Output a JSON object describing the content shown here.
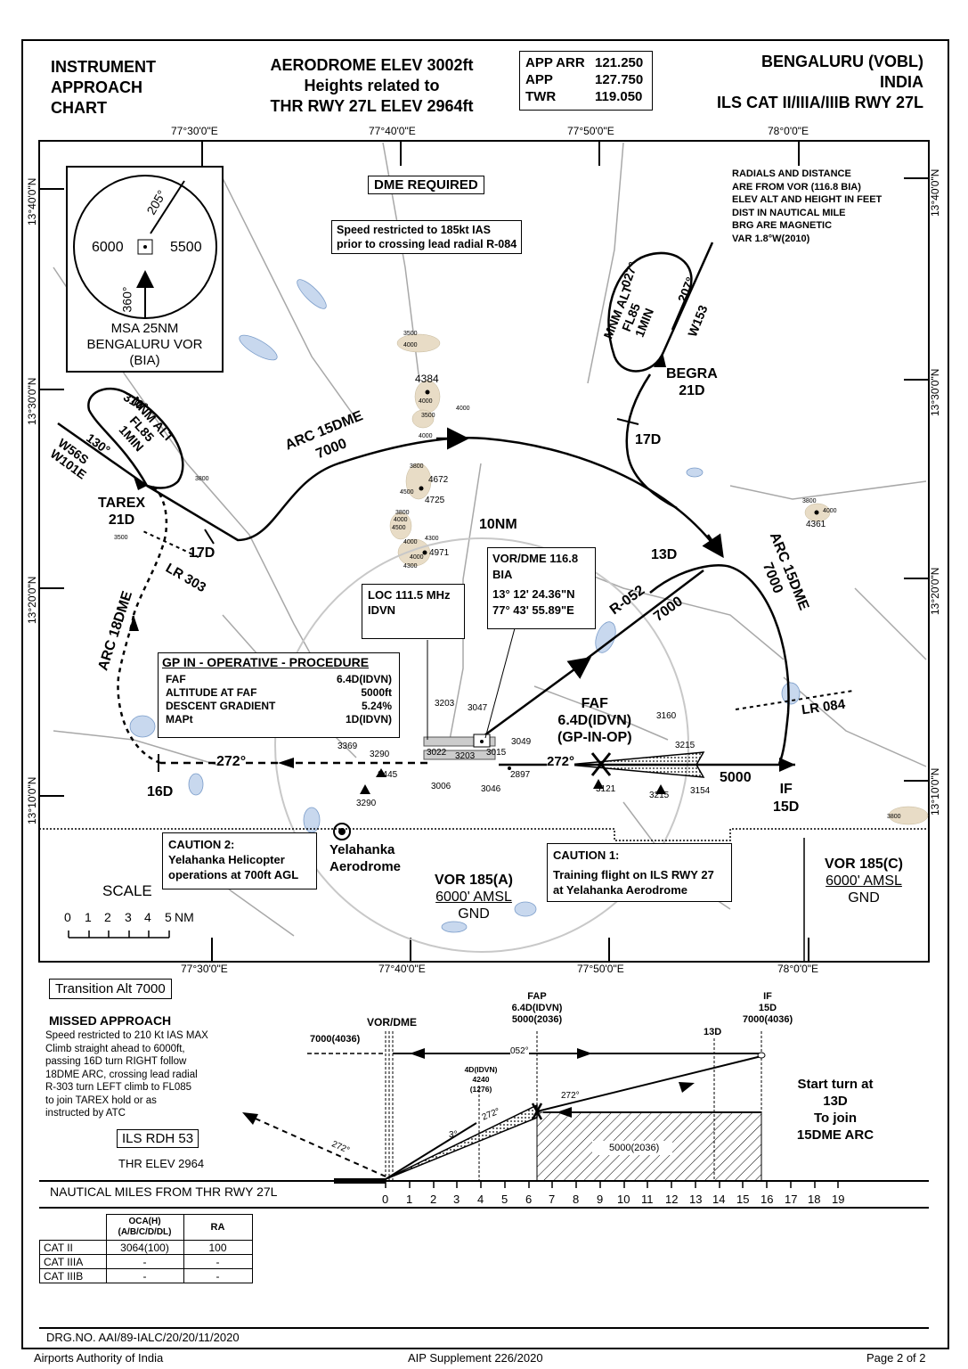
{
  "header": {
    "left": [
      "INSTRUMENT",
      "APPROACH",
      "CHART"
    ],
    "center": [
      "AERODROME ELEV 3002ft",
      "Heights related to",
      "THR RWY 27L ELEV 2964ft"
    ],
    "freqs": [
      {
        "name": "APP ARR",
        "value": "121.250"
      },
      {
        "name": "APP",
        "value": "127.750"
      },
      {
        "name": "TWR",
        "value": "119.050"
      }
    ],
    "right": [
      "BENGALURU (VOBL)",
      "INDIA",
      "ILS CAT II/IIIA/IIIB RWY 27L"
    ]
  },
  "grid": {
    "lon_top": [
      "77°30'0\"E",
      "77°40'0\"E",
      "77°50'0\"E",
      "78°0'0\"E"
    ],
    "lon_bottom": [
      "77°30'0\"E",
      "77°40'0\"E",
      "77°50'0\"E",
      "78°0'0\"E"
    ],
    "lat": [
      "13°40'0\"N",
      "13°30'0\"N",
      "13°20'0\"N",
      "13°10'0\"N"
    ]
  },
  "msa": {
    "north": "6000",
    "east": "5500",
    "b1": "205°",
    "b2": "360°",
    "caption": [
      "MSA 25NM",
      "BENGALURU VOR",
      "(BIA)"
    ]
  },
  "dme_required": "DME REQUIRED",
  "speed_note": [
    "Speed restricted to 185kt IAS",
    "prior to crossing lead radial R-084"
  ],
  "info_note": [
    "RADIALS AND DISTANCE",
    "ARE FROM VOR (116.8 BIA)",
    "ELEV ALT AND HEIGHT IN FEET",
    "DIST IN NAUTICAL MILE",
    "BRG ARE MAGNETIC",
    "VAR 1.8°W(2010)"
  ],
  "holds": {
    "begra": {
      "in": "027°",
      "out": "207°",
      "text": [
        "MNM ALT",
        "FL85",
        "1MIN"
      ],
      "w": "W153",
      "fix": [
        "BEGRA",
        "21D"
      ],
      "d17": "17D"
    },
    "tarex": {
      "in": "310°",
      "out": "130°",
      "text": [
        "MNM ALT",
        "FL85",
        "1MIN"
      ],
      "w": [
        "W56S",
        "W101E"
      ],
      "fix": [
        "TAREX",
        "21D"
      ],
      "d17": "17D"
    }
  },
  "labels": {
    "arc15_nw": [
      "ARC 15DME",
      "7000"
    ],
    "arc15_e": [
      "ARC 15DME",
      "7000"
    ],
    "arc18": "ARC 18DME",
    "lr303": "LR 303",
    "lr084": "LR 084",
    "r052": "R-052",
    "alt7000": "7000",
    "d13": "13D",
    "nm10": "10NM",
    "d16": "16D",
    "c272": "272°",
    "c272b": "272°",
    "faf": [
      "FAF",
      "6.4D(IDVN)",
      "(GP-IN-OP)"
    ],
    "if": [
      "IF",
      "15D"
    ],
    "alt5000": "5000"
  },
  "terrain": [
    "3500",
    "4000",
    "4384",
    "4000",
    "3500",
    "4000",
    "4000",
    "3800",
    "4672",
    "4500",
    "4725",
    "3800",
    "4000",
    "4500",
    "4000",
    "4300",
    "4000",
    "4971",
    "4300",
    "3800",
    "3800",
    "4000",
    "4361",
    "3500",
    "3800",
    "3203",
    "3047",
    "3022",
    "3203",
    "3015",
    "3049",
    "3006",
    "3046",
    "2897",
    "3121",
    "3160",
    "3215",
    "3215",
    "3154",
    "3290",
    "3445",
    "3290",
    "3369"
  ],
  "loc": {
    "title": "LOC 111.5 MHz",
    "ident": "IDVN"
  },
  "vor": {
    "title": "VOR/DME 116.8",
    "ident": "BIA",
    "lat": "13°  12'  24.36\"N",
    "lon": "77°  43'  55.89\"E"
  },
  "gp": {
    "title": "GP IN - OPERATIVE - PROCEDURE",
    "rows": [
      {
        "k": "FAF",
        "v": "6.4D(IDVN)"
      },
      {
        "k": "ALTITUDE AT FAF",
        "v": "5000ft"
      },
      {
        "k": "DESCENT  GRADIENT",
        "v": "5.24%"
      },
      {
        "k": "MAPt",
        "v": "1D(IDVN)"
      }
    ]
  },
  "caution2": {
    "title": "CAUTION 2:",
    "lines": [
      "Yelahanka Helicopter",
      "operations at 700ft AGL"
    ]
  },
  "yelahanka": [
    "Yelahanka",
    "Aerodrome"
  ],
  "vor_a": [
    "VOR 185(A)",
    "6000' AMSL",
    "GND"
  ],
  "caution1": {
    "title": "CAUTION 1:",
    "lines": [
      "Training flight on ILS RWY 27",
      "at Yelahanka Aerodrome"
    ]
  },
  "vor_c": [
    "VOR 185(C)",
    "6000' AMSL",
    "GND"
  ],
  "scale": {
    "title": "SCALE",
    "ticks": [
      "0",
      "1",
      "2",
      "3",
      "4",
      "5"
    ],
    "unit": "NM"
  },
  "profile": {
    "transition": "Transition Alt 7000",
    "missed_title": "MISSED APPROACH",
    "missed_text": [
      "Speed restricted to 210 Kt IAS MAX",
      "Climb straight ahead to 6000ft,",
      "passing 16D turn RIGHT follow",
      "18DME ARC, crossing lead radial",
      "R-303 turn LEFT climb to FL085",
      " to join TAREX hold  or as",
      "instructed by ATC"
    ],
    "rdh": "ILS RDH 53",
    "thr_elev": "THR ELEV 2964",
    "vor_dme": "VOR/DME",
    "alt7000": "7000(4036)",
    "fap": [
      "FAP",
      "6.4D(IDVN)",
      "5000(2036)"
    ],
    "d13": "13D",
    "if": [
      "IF",
      "15D",
      "7000(4036)"
    ],
    "c052": "052°",
    "d4": [
      "4D(IDVN)",
      "4240",
      "(1276)"
    ],
    "c272a": "272°",
    "c272b": "272°",
    "c272c": "272°",
    "deg3": "3°",
    "block": "5000(2036)",
    "start_turn": [
      "Start turn at",
      "13D",
      "To join",
      "15DME ARC"
    ],
    "axis_title": "NAUTICAL MILES FROM THR RWY 27L",
    "axis": [
      "0",
      "1",
      "2",
      "3",
      "4",
      "5",
      "6",
      "7",
      "8",
      "9",
      "10",
      "11",
      "12",
      "13",
      "14",
      "15",
      "16",
      "17",
      "18",
      "19"
    ]
  },
  "oca_table": {
    "headers": [
      "OCA(H)\n(A/B/C/D/DL)",
      "RA"
    ],
    "rows": [
      {
        "cat": "CAT II",
        "oca": "3064(100)",
        "ra": "100"
      },
      {
        "cat": "CAT IIIA",
        "oca": "-",
        "ra": "-"
      },
      {
        "cat": "CAT IIIB",
        "oca": "-",
        "ra": "-"
      }
    ]
  },
  "footer": {
    "drg": "DRG.NO. AAI/89-IALC/20/20/11/2020",
    "left": "Airports Authority of India",
    "center": "AIP Supplement 226/2020",
    "right": "Page 2 of 2"
  },
  "colors": {
    "water": "#c8d8ee",
    "terrain": "#e8dcc6",
    "grey_lines": "#a8a8a8"
  }
}
